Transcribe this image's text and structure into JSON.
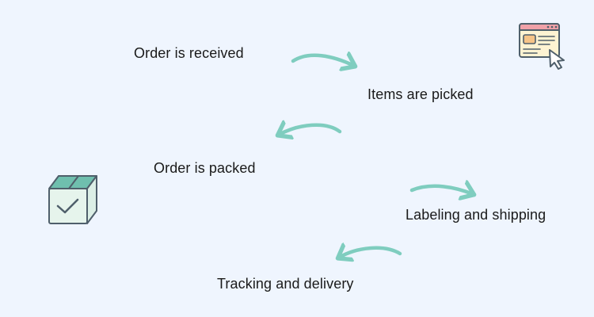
{
  "steps": [
    {
      "label": "Order is received"
    },
    {
      "label": "Items are picked"
    },
    {
      "label": "Order is packed"
    },
    {
      "label": "Labeling and shipping"
    },
    {
      "label": "Tracking and delivery"
    }
  ],
  "colors": {
    "background": "#eff5fe",
    "arrow": "#7fcdbf",
    "text": "#1a1a1a",
    "icon_stroke": "#4f5f6b",
    "box_top": "#6fbfae",
    "box_body": "#e6f4ec",
    "browser_bar": "#f0a1a8",
    "browser_body": "#fdf3d2",
    "browser_panel": "#f6c488",
    "cursor": "#ffffff"
  },
  "icons": {
    "browser": "browser-window-with-cursor-icon",
    "box": "box-with-checkmark-icon"
  }
}
